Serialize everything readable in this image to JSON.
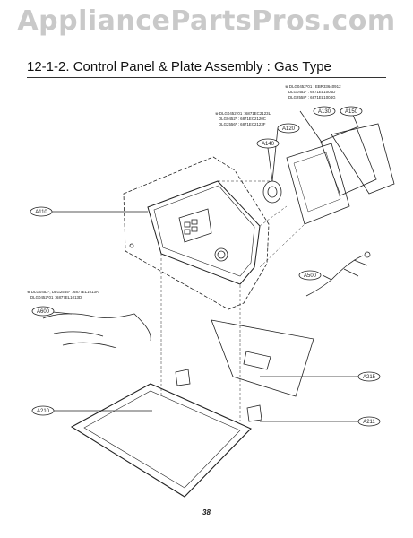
{
  "watermark": "AppliancePartsPros.com",
  "title": "12-1-2. Control Panel & Plate Assembly : Gas Type",
  "page_number": "38",
  "callouts": {
    "a110": "A110",
    "a120": "A120",
    "a130": "A130",
    "a140": "A140",
    "a150": "A150",
    "a210": "A210",
    "a211": "A211",
    "a215": "A215",
    "a500": "A500",
    "a600": "A600"
  },
  "part_notes": {
    "a130_lines": [
      "※ DLG0452*01 : EBR33640912",
      "DLG0452* : 6871EL1004D",
      "DLG2558* : 6871EL1004G"
    ],
    "a120_lines": [
      "※ DLG0452*01 : 6871EC2123L",
      "DLG0452* : 6871EC2120C",
      "DLG2556* : 6871EC2123F"
    ],
    "a600_lines": [
      "※ DLG0452*, DLG2555* : 6877EL1013A",
      "DLG0452*01 : 6877EL1013D"
    ]
  }
}
